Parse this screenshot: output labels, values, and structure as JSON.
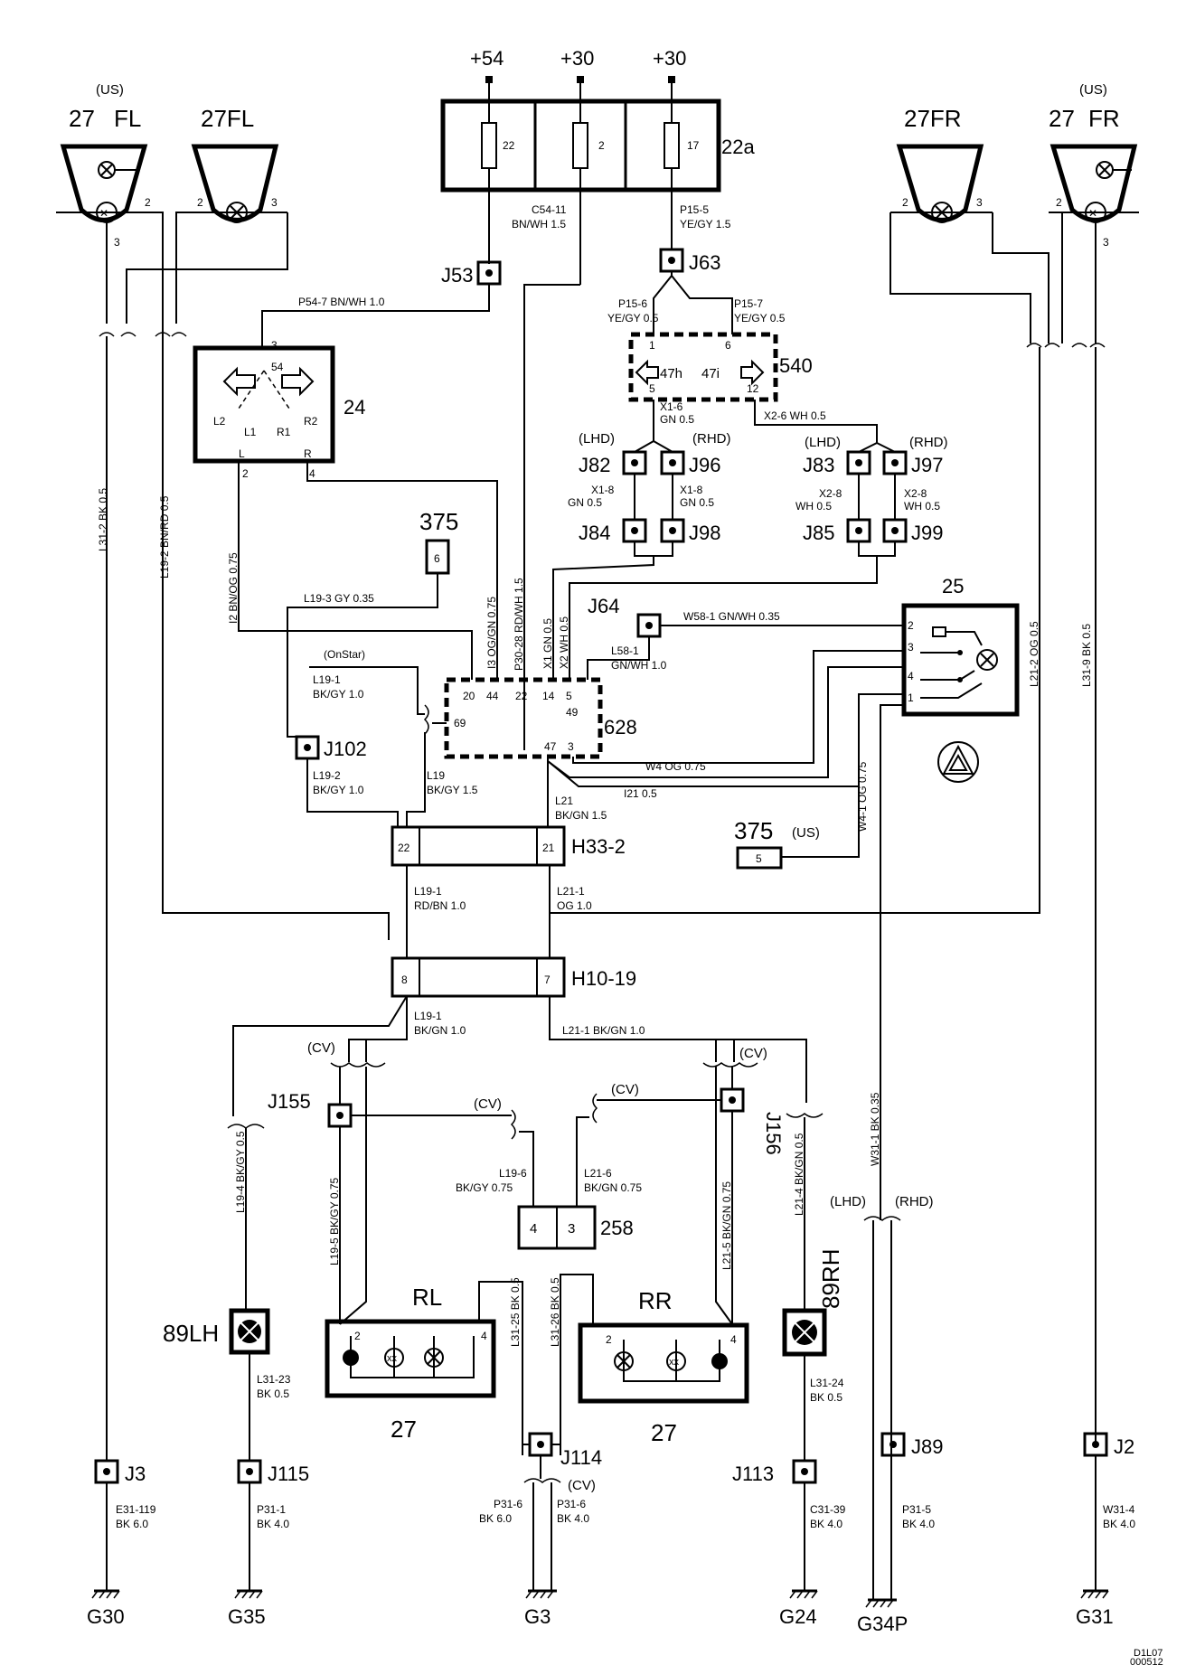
{
  "supply": {
    "p54": "+54",
    "p30a": "+30",
    "p30b": "+30"
  },
  "fusebox": {
    "id": "22a",
    "f1": "22",
    "f2": "2",
    "f3": "17"
  },
  "lamps": {
    "fl_us_tag": "(US)",
    "fl_us": "27",
    "fl_us_b": "FL",
    "fl": "27FL",
    "fr": "27FR",
    "fr_us_tag": "(US)",
    "fr_us": "27",
    "fr_us_b": "FR",
    "p2": "2",
    "p3": "3"
  },
  "flasher": {
    "id": "24",
    "pin3": "3",
    "pin54": "54",
    "l2": "L2",
    "l1": "L1",
    "r1": "R1",
    "r2": "R2",
    "l": "L",
    "r": "R",
    "pin2": "2",
    "pin4": "4"
  },
  "module540": {
    "id": "540",
    "pin1": "1",
    "pin6": "6",
    "pin5": "5",
    "pin12": "12",
    "h47": "47h",
    "i47": "47i"
  },
  "module628": {
    "id": "628",
    "p20": "20",
    "p44": "44",
    "p22": "22",
    "p14": "14",
    "p5": "5",
    "p49": "49",
    "p69": "69",
    "p47": "47",
    "p3": "3",
    "onstar": "(OnStar)"
  },
  "switch25": {
    "id": "25",
    "p2": "2",
    "p3": "3",
    "p4": "4",
    "p1": "1"
  },
  "junctions": {
    "j53": "J53",
    "j63": "J63",
    "j82": "J82",
    "j96": "J96",
    "j83": "J83",
    "j97": "J97",
    "j84": "J84",
    "j98": "J98",
    "j85": "J85",
    "j99": "J99",
    "j64": "J64",
    "j102": "J102",
    "j155": "J155",
    "j156": "J156",
    "j114": "J114",
    "j3": "J3",
    "j115": "J115",
    "j113": "J113",
    "j89": "J89",
    "j2": "J2",
    "lhd": "(LHD)",
    "rhd": "(RHD)",
    "cv": "(CV)"
  },
  "conn375": {
    "id": "375",
    "pin": "6"
  },
  "conn375us": {
    "id": "375",
    "tag": "(US)",
    "pin": "5"
  },
  "h33": {
    "id": "H33-2",
    "p22": "22",
    "p21": "21"
  },
  "h10": {
    "id": "H10-19",
    "p8": "8",
    "p7": "7"
  },
  "c258": {
    "id": "258",
    "p4": "4",
    "p3": "3"
  },
  "rear": {
    "rl": "RL",
    "rr": "RR",
    "n27a": "27",
    "n27b": "27",
    "p2": "2",
    "p4": "4"
  },
  "side": {
    "lh": "89LH",
    "rh": "89RH"
  },
  "grounds": {
    "g30": "G30",
    "g35": "G35",
    "g3": "G3",
    "g24": "G24",
    "g34p": "G34P",
    "g31": "G31"
  },
  "wires": {
    "c54": "C54-11",
    "c54b": "BN/WH   1.5",
    "p155": "P15-5",
    "p155b": "YE/GY   1.5",
    "p156": "P15-6",
    "p156b": "YE/GY   0.5",
    "p157": "P15-7",
    "p157b": "YE/GY   0.5",
    "p547": "P54-7    BN/WH      1.0",
    "x16": "X1-6",
    "x16b": "GN      0.5",
    "x26": "X2-6    WH      0.5",
    "x18a": "X1-8",
    "x18ab": "GN    0.5",
    "x18b": "X1-8",
    "x18bb": "GN    0.5",
    "x28a": "X2-8",
    "x28ab": "WH    0.5",
    "x28b": "X2-8",
    "x28bb": "WH    0.5",
    "l193": "L19-3    GY    0.35",
    "w581": "W58-1    GN/WH    0.35",
    "l581": "L58-1",
    "l581b": "GN/WH    1.0",
    "l191": "L19-1",
    "l191b": "BK/GY    1.0",
    "l192": "L19-2",
    "l192b": "BK/GY    1.0",
    "l19": "L19",
    "l19b": "BK/GY    1.5",
    "w4": "W4    OG     0.75",
    "i21": "I21     0.5",
    "l21": "L21",
    "l21b": "BK/GN    1.5",
    "l191rd": "L19-1",
    "l191rdb": "RD/BN    1.0",
    "l211og": "L21-1",
    "l211ogb": "OG   1.0",
    "l191bk": "L19-1",
    "l191bkb": "BK/GN    1.0",
    "l211bk": "L21-1    BK/GN    1.0",
    "l196": "L19-6",
    "l196b": "BK/GY   0.75",
    "l216": "L21-6",
    "l216b": "BK/GN   0.75",
    "l312": "L31-2    BK    0.5",
    "l192v": "L19-2    BN/RD    0.5",
    "i2": "I2    BN/OG    0.75",
    "i3": "I3    OG/GN    0.75",
    "p3028": "P30-28    RD/WH    1.5",
    "x1v": "X1    GN    0.5",
    "x2v": "X2    WH    0.5",
    "l212": "L21-2    OG    0.5",
    "l319": "L31-9    BK    0.5",
    "w41": "W4-1    OG    0.75",
    "w311": "W31-1    BK    0.35",
    "l194": "L19-4    BK/GY    0.5",
    "l195": "L19-5    BK/GY    0.75",
    "l215": "L21-5    BK/GN    0.75",
    "l214": "L21-4    BK/GN    0.5",
    "l3125": "L31-25    BK    0.5",
    "l3126": "L31-26    BK    0.5",
    "l3123": "L31-23",
    "l3123b": "BK    0.5",
    "l3124": "L31-24",
    "l3124b": "BK    0.5",
    "e31": "E31-119",
    "e31b": "BK    6.0",
    "p311": "P31-1",
    "p311b": "BK    4.0",
    "p316a": "P31-6",
    "p316ab": "BK    6.0",
    "p316b": "P31-6",
    "p316bb": "BK    4.0",
    "c3139": "C31-39",
    "c3139b": "BK    4.0",
    "p315": "P31-5",
    "p315b": "BK    4.0",
    "w314": "W31-4",
    "w314b": "BK    4.0"
  },
  "footer": {
    "code1": "D1L07",
    "code2": "000512"
  }
}
